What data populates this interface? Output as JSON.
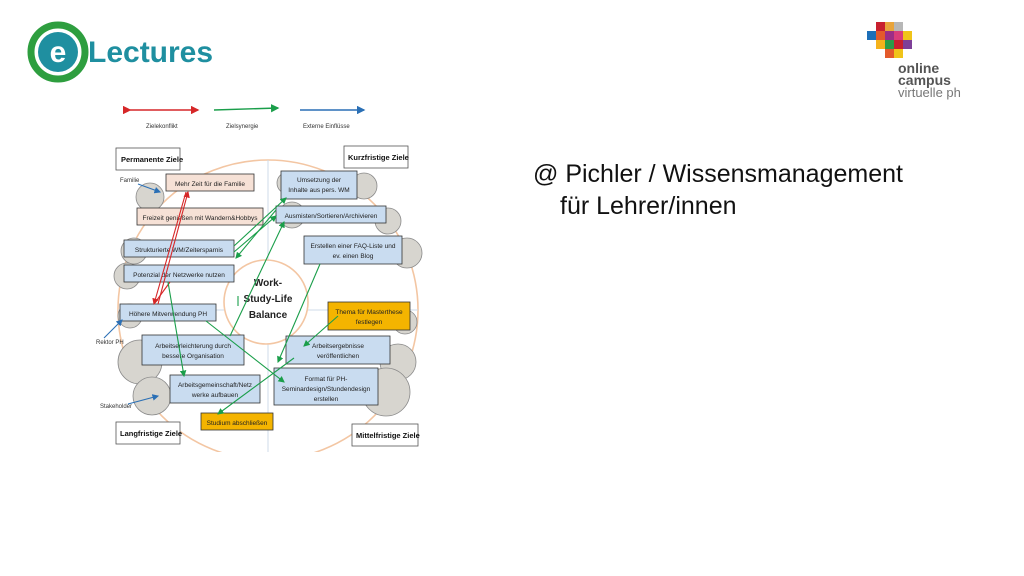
{
  "logos": {
    "left": {
      "text_e": "e",
      "text_rest": "Lectures",
      "color": "#1f8fa0",
      "accent": "#2e9e3f"
    },
    "right": {
      "line1": "online",
      "line2": "campus",
      "line3": "virtuelle ph"
    }
  },
  "caption": {
    "line1": "@ Pichler / Wissensmanagement",
    "line2": "für Lehrer/innen"
  },
  "diagram": {
    "legend": [
      {
        "label": "Zielekonflikt",
        "color": "#d62728"
      },
      {
        "label": "Zielsynergie",
        "color": "#1a9e4a"
      },
      {
        "label": "Externe Einflüsse",
        "color": "#2a6fb5"
      }
    ],
    "corners": {
      "tl": "Permanente Ziele",
      "tr": "Kurzfristige Ziele",
      "bl": "Langfristige Ziele",
      "br": "Mittelfristige Ziele"
    },
    "center": {
      "l1": "Work-",
      "l2": "Study-Life",
      "l3": "Balance"
    },
    "external": {
      "familie": "Familie",
      "rektor": "Rektor PH",
      "stakeholder": "Stakeholder"
    },
    "boxes": {
      "b1": "Mehr Zeit für die Familie",
      "b2": "Freizeit genießen mit Wandern&Hobbys",
      "b3": "Strukturierte WM/Zeitersparnis",
      "b4": "Potenzial der Netzwerke nutzen",
      "b5": "Höhere Mitverwendung PH",
      "b6a": "Arbeitserleichterung durch",
      "b6b": "bessere Organisation",
      "b7a": "Arbeitsgemeinschaft/Netz",
      "b7b": "werke aufbauen",
      "b8": "Studium abschließen",
      "b9a": "Umsetzung der",
      "b9b": "Inhalte aus pers. WM",
      "b10": "Ausmisten/Sortieren/Archivieren",
      "b11a": "Erstellen einer FAQ-Liste und",
      "b11b": "ev. einen Blog",
      "b12a": "Thema für Masterthese",
      "b12b": "festlegen",
      "b13a": "Arbeitsergebnisse",
      "b13b": "veröffentlichen",
      "b14a": "Format für PH-",
      "b14b": "Seminardesign/Stundendesign",
      "b14c": "erstellen"
    }
  }
}
